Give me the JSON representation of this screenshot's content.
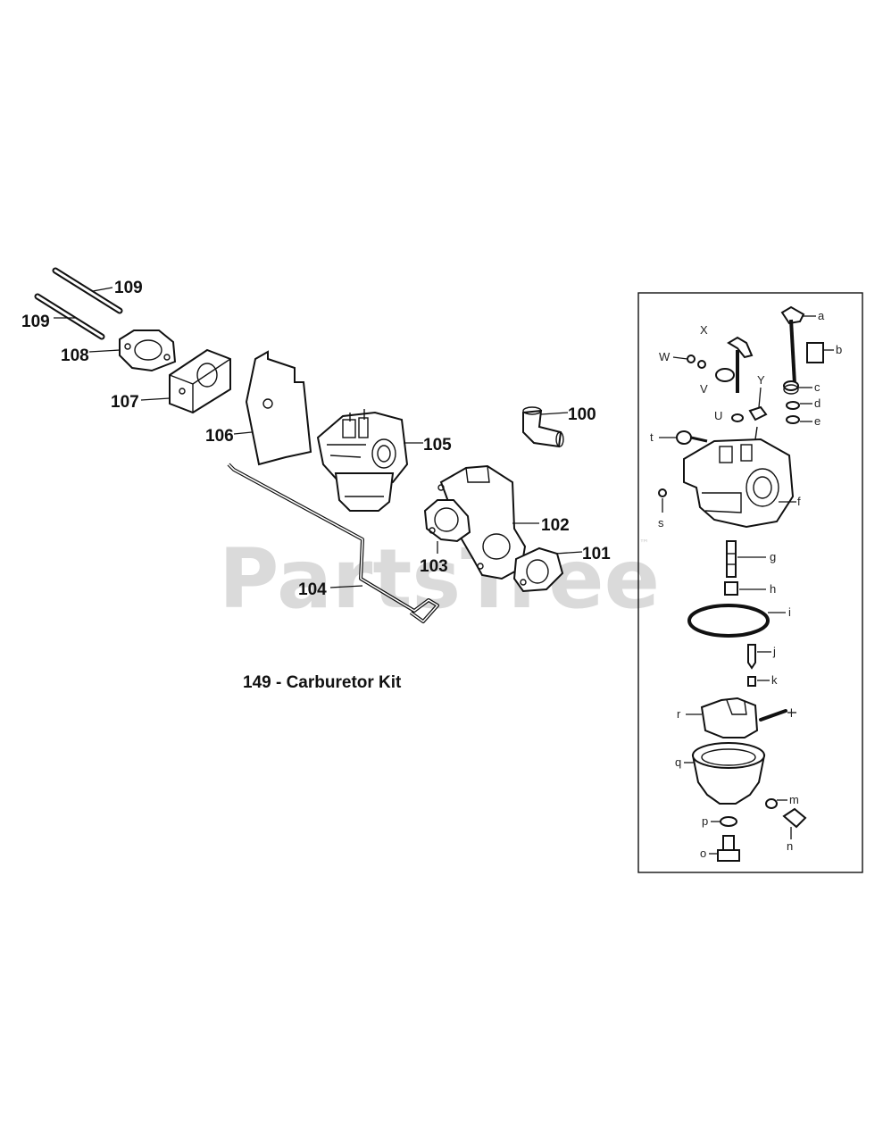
{
  "title": "149 - Carburetor Kit",
  "watermark": {
    "text": "PartsTree",
    "trademark": "™"
  },
  "callouts": {
    "p100": "100",
    "p101": "101",
    "p102": "102",
    "p103": "103",
    "p104": "104",
    "p105": "105",
    "p106": "106",
    "p107": "107",
    "p108": "108",
    "p109a": "109",
    "p109b": "109"
  },
  "inset_labels": {
    "a": "a",
    "b": "b",
    "c": "c",
    "d": "d",
    "e": "e",
    "f": "f",
    "g": "g",
    "h": "h",
    "i": "i",
    "j": "j",
    "k": "k",
    "l": "l",
    "m": "m",
    "n": "n",
    "o": "o",
    "p": "p",
    "q": "q",
    "r": "r",
    "s": "s",
    "t": "t",
    "U": "U",
    "V": "V",
    "W": "W",
    "X": "X",
    "Y": "Y"
  }
}
